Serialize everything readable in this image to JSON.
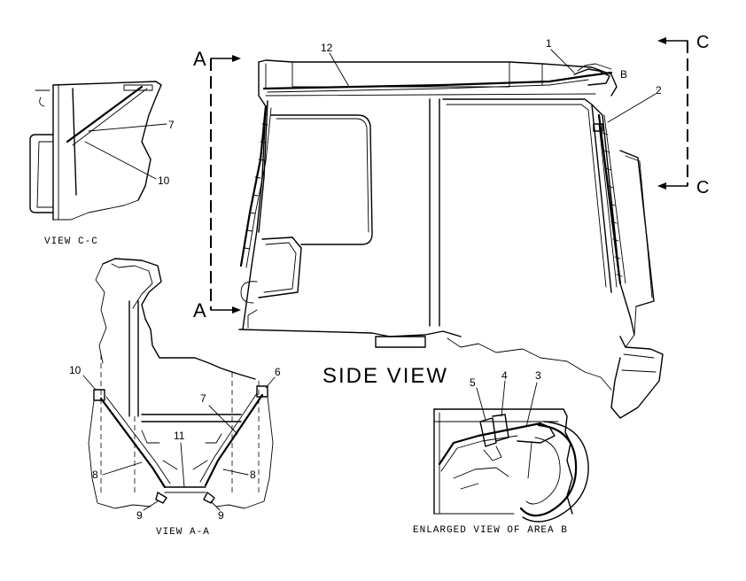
{
  "title": "SIDE VIEW",
  "captions": {
    "view_cc": "VIEW C-C",
    "view_aa": "VIEW A-A",
    "area_b": "ENLARGED VIEW OF AREA B"
  },
  "section_markers": {
    "a_top": "A",
    "a_bottom": "A",
    "c_top": "C",
    "c_bottom": "C",
    "area_b_letter": "B"
  },
  "callouts": {
    "side_1": "1",
    "side_2": "2",
    "side_12": "12",
    "cc_7": "7",
    "cc_10": "10",
    "aa_10": "10",
    "aa_6": "6",
    "aa_7": "7",
    "aa_11": "11",
    "aa_8_left": "8",
    "aa_8_right": "8",
    "aa_9_left": "9",
    "aa_9_right": "9",
    "b_5": "5",
    "b_4": "4",
    "b_3": "3"
  }
}
